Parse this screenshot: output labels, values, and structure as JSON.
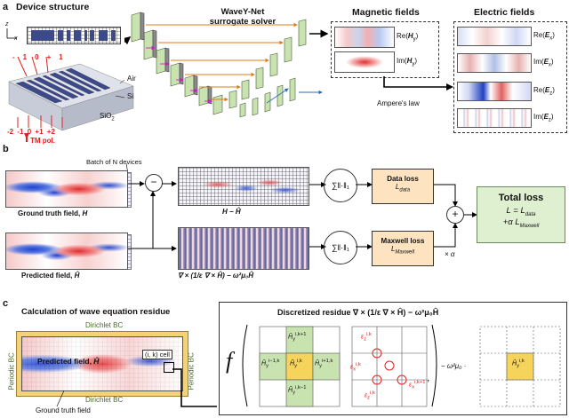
{
  "panel_a": {
    "letter": "a",
    "device_structure_title": "Device structure",
    "axis_z": "z",
    "axis_x": "x",
    "air_label": "Air",
    "si_label": "Si",
    "sio2_label": "SiO",
    "sio2_sub": "2",
    "shift_labels_top": [
      "-1",
      "0",
      "+1"
    ],
    "shift_labels_bottom": [
      "-2",
      "-1",
      "0",
      "+1",
      "+2"
    ],
    "tm_pol": "TM pol.",
    "net_title_1": "WaveY-Net",
    "net_title_2": "surrogate solver",
    "magnetic_title": "Magnetic fields",
    "electric_title": "Electric fields",
    "re_hy": "Re(",
    "hy_sym": "H",
    "hy_sub": "y",
    "close": ")",
    "im_hy": "Im(",
    "re_ex": "Re(",
    "ex_sym": "E",
    "ex_sub": "x",
    "im_ex": "Im(",
    "re_ez": "Re(",
    "ez_sub": "z",
    "im_ez": "Im(",
    "ampere": "Ampere's law"
  },
  "panel_b": {
    "letter": "b",
    "batch_label": "Batch of N devices",
    "gt_label": "Ground truth field, ",
    "gt_sym": "H",
    "pred_label": "Predicted field, ",
    "pred_sym": "Ĥ",
    "diff_label": "H − Ĥ",
    "minus": "−",
    "sum_symbol": "∑‖·‖₁",
    "data_loss": "Data loss",
    "l_data": "L",
    "l_data_sub": "data",
    "maxwell_loss": "Maxwell loss",
    "l_maxwell_sub": "Maxwell",
    "residue_expr": "∇ × (1/ε ∇ × Ĥ) − ω²μ₀Ĥ",
    "plus": "+",
    "times_alpha": "× α",
    "total_loss": "Total loss",
    "total_eq1": "L = L",
    "total_eq2": "+α L",
    "maxwell_italic": "Maxwell"
  },
  "panel_c": {
    "letter": "c",
    "title": "Calculation of wave equation residue",
    "dirichlet_top": "Dirichlet BC",
    "dirichlet_bottom": "Dirichlet BC",
    "periodic_left": "Periodic BC",
    "periodic_right": "Periodic BC",
    "predicted_field": "Predicted field, ",
    "pred_sym": "Ĥ",
    "cell_label": "(i, k) cell",
    "gt_field": "Ground truth field",
    "discretized_title": "Discretized residue ∇ × (1/ε ∇ × Ĥ) − ω²μ₀Ĥ",
    "f_symbol": "f",
    "h_center": "Ĥ",
    "h_center_sup": "i,k",
    "h_up_sup": "i,k+1",
    "h_down_sup": "i,k−1",
    "h_left_sup": "i−1,k",
    "h_right_sup": "i+1,k",
    "h_sub": "y",
    "eps_z_top": "ε",
    "eps_z_top_sup": "i,k",
    "eps_x_left": "ε",
    "eps_x_left_sup": "i,k",
    "eps_x_right_sup": "i,k+1",
    "eps_z_bot_sup": "i,k",
    "eps_x_sub": "x",
    "eps_z_sub": "z",
    "comma": ",",
    "minus_w": "−  ω²μ₀ ·"
  },
  "colors": {
    "green_fill": "#c9e3b0",
    "orange_fill": "#fde3c0",
    "total_fill": "#dff0d0",
    "yellow": "#f6d35a",
    "arrow_orange": "#e07a1a",
    "arrow_blue": "#2e6fb8",
    "arrow_magenta": "#d020c0",
    "red_circle": "#e02020"
  }
}
